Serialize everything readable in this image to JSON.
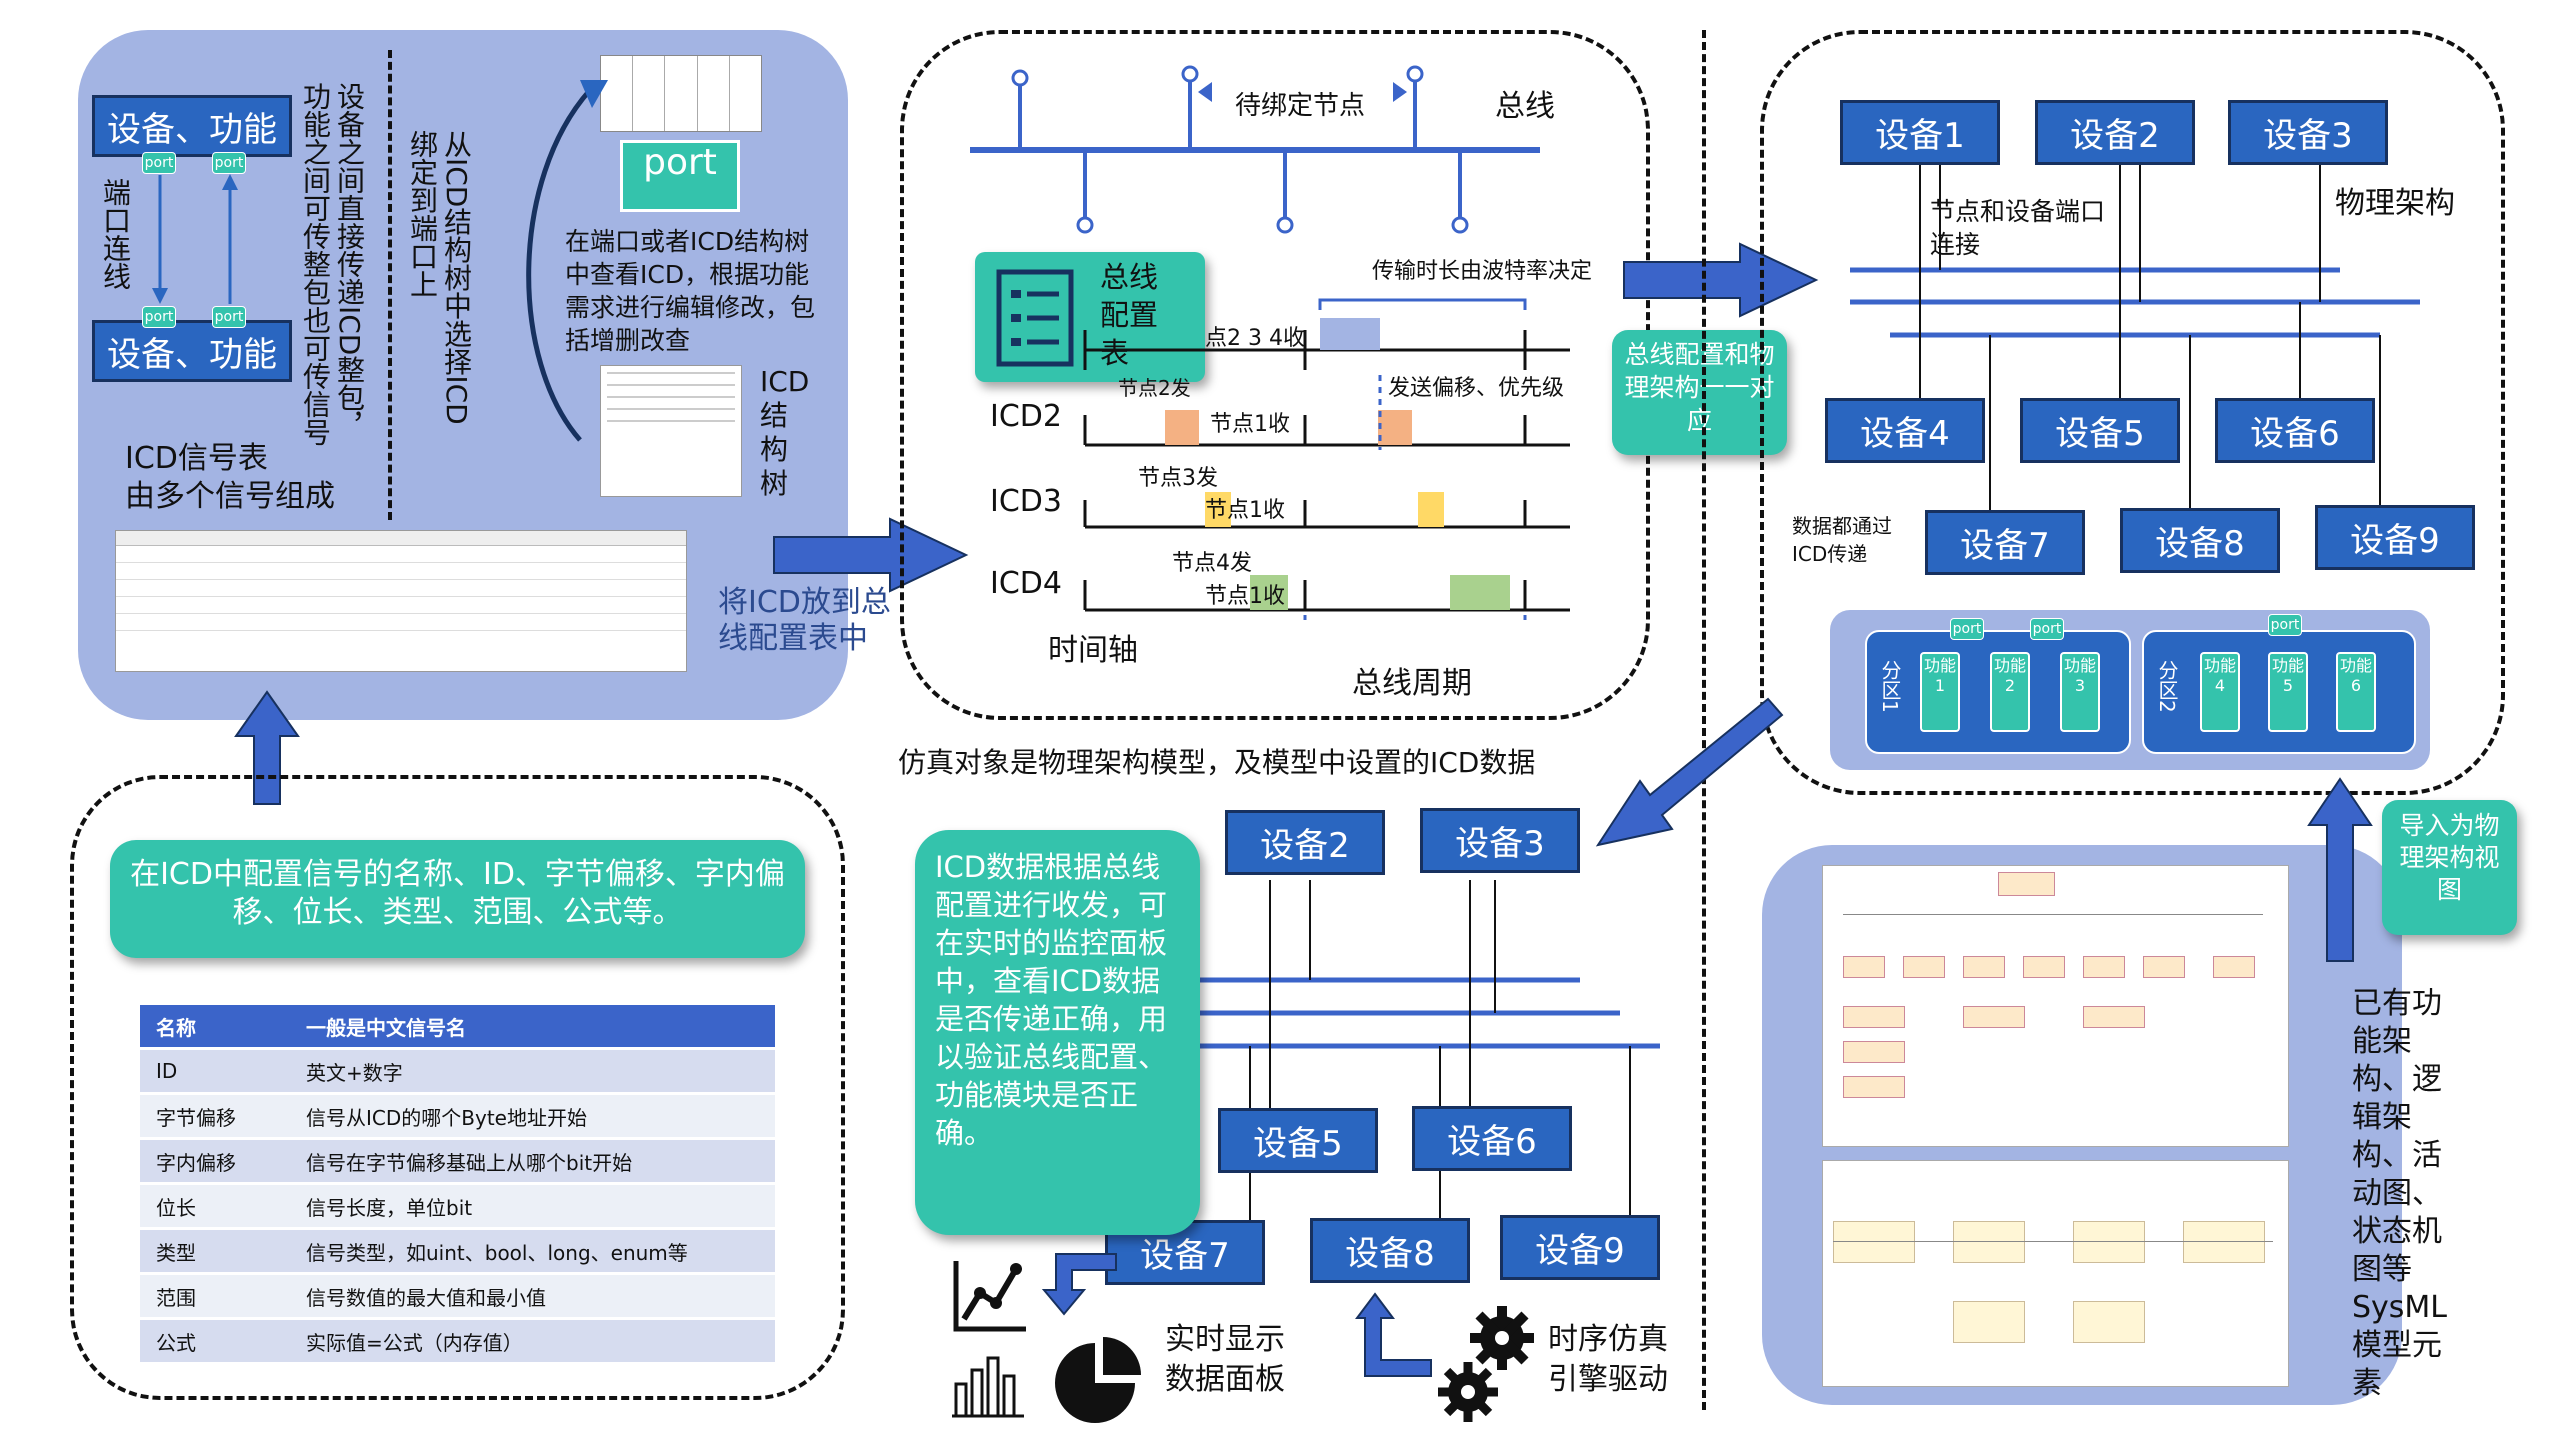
{
  "panel_icd": {
    "device_label": "设备、功能",
    "port_label": "port",
    "port_connect_text": "端口连线",
    "desc_text": "设备之间直接传递ICD整包，功能之间可传整包也可传信号",
    "bind_text": "从ICD结构树中选择ICD绑定到端口上",
    "port_big": "port",
    "view_text": "在端口或者ICD结构树中查看ICD，根据功能需求进行编辑修改，包括增删改查",
    "tree_label": "ICD结构树",
    "table_label": "ICD信号表\n由多个信号组成"
  },
  "signal_config": {
    "bubble": "在ICD中配置信号的名称、ID、字节偏移、字内偏移、位长、类型、范围、公式等。",
    "table": {
      "header": [
        "名称",
        "一般是中文信号名"
      ],
      "rows": [
        [
          "ID",
          "英文+数字"
        ],
        [
          "字节偏移",
          "信号从ICD的哪个Byte地址开始"
        ],
        [
          "字内偏移",
          "信号在字节偏移基础上从哪个bit开始"
        ],
        [
          "位长",
          "信号长度，单位bit"
        ],
        [
          "类型",
          "信号类型，如uint、bool、long、enum等"
        ],
        [
          "范围",
          "信号数值的最大值和最小值"
        ],
        [
          "公式",
          "实际值=公式（内存值）"
        ]
      ]
    }
  },
  "arrow_put_icd": "将ICD放到总线配置表中",
  "bus_panel": {
    "pending_node": "待绑定节点",
    "bus": "总线",
    "config_table": "总线配置表",
    "tx_duration": "传输时长由波特率决定",
    "node234": "点2 3 4收",
    "node2_send": "节点2发",
    "icd2": "ICD2",
    "icd3": "ICD3",
    "icd4": "ICD4",
    "node1_recv": "节点1收",
    "send_offset": "发送偏移、优先级",
    "node3_send": "节点3发",
    "node4_send": "节点4发",
    "time_axis": "时间轴",
    "bus_cycle": "总线周期"
  },
  "mapping_bubble": "总线配置和物理架构一一对应",
  "phys_panel": {
    "devices": [
      "设备1",
      "设备2",
      "设备3",
      "设备4",
      "设备5",
      "设备6",
      "设备7",
      "设备8",
      "设备9"
    ],
    "node_device": "节点和设备端口连接",
    "phys_arch": "物理架构",
    "data_via_icd": "数据都通过ICD传递",
    "partition1": "分区1",
    "partition2": "分区2",
    "func_cells": [
      "功能1",
      "功能2",
      "功能3",
      "功能4",
      "功能5",
      "功能6"
    ],
    "port": "port"
  },
  "sim_title": "仿真对象是物理架构模型，及模型中设置的ICD数据",
  "sim_bubble": "ICD数据根据总线配置进行收发，可在实时的监控面板中，查看ICD数据是否传递正确，用以验证总线配置、功能模块是否正确。",
  "sim_devices": [
    "设备2",
    "设备3",
    "设备5",
    "设备6",
    "设备7",
    "设备8",
    "设备9"
  ],
  "realtime_panel": "实时显示数据面板",
  "timing_engine": "时序仿真引擎驱动",
  "import_bubble": "导入为物理架构视图",
  "sysml_text": "已有功能架构、逻辑架构、活动图、状态机图等SysML模型元素",
  "colors": {
    "blue": "#2a66c0",
    "teal": "#34c3ac",
    "panel": "#a3b4e3",
    "bus": "#3b64c9"
  }
}
